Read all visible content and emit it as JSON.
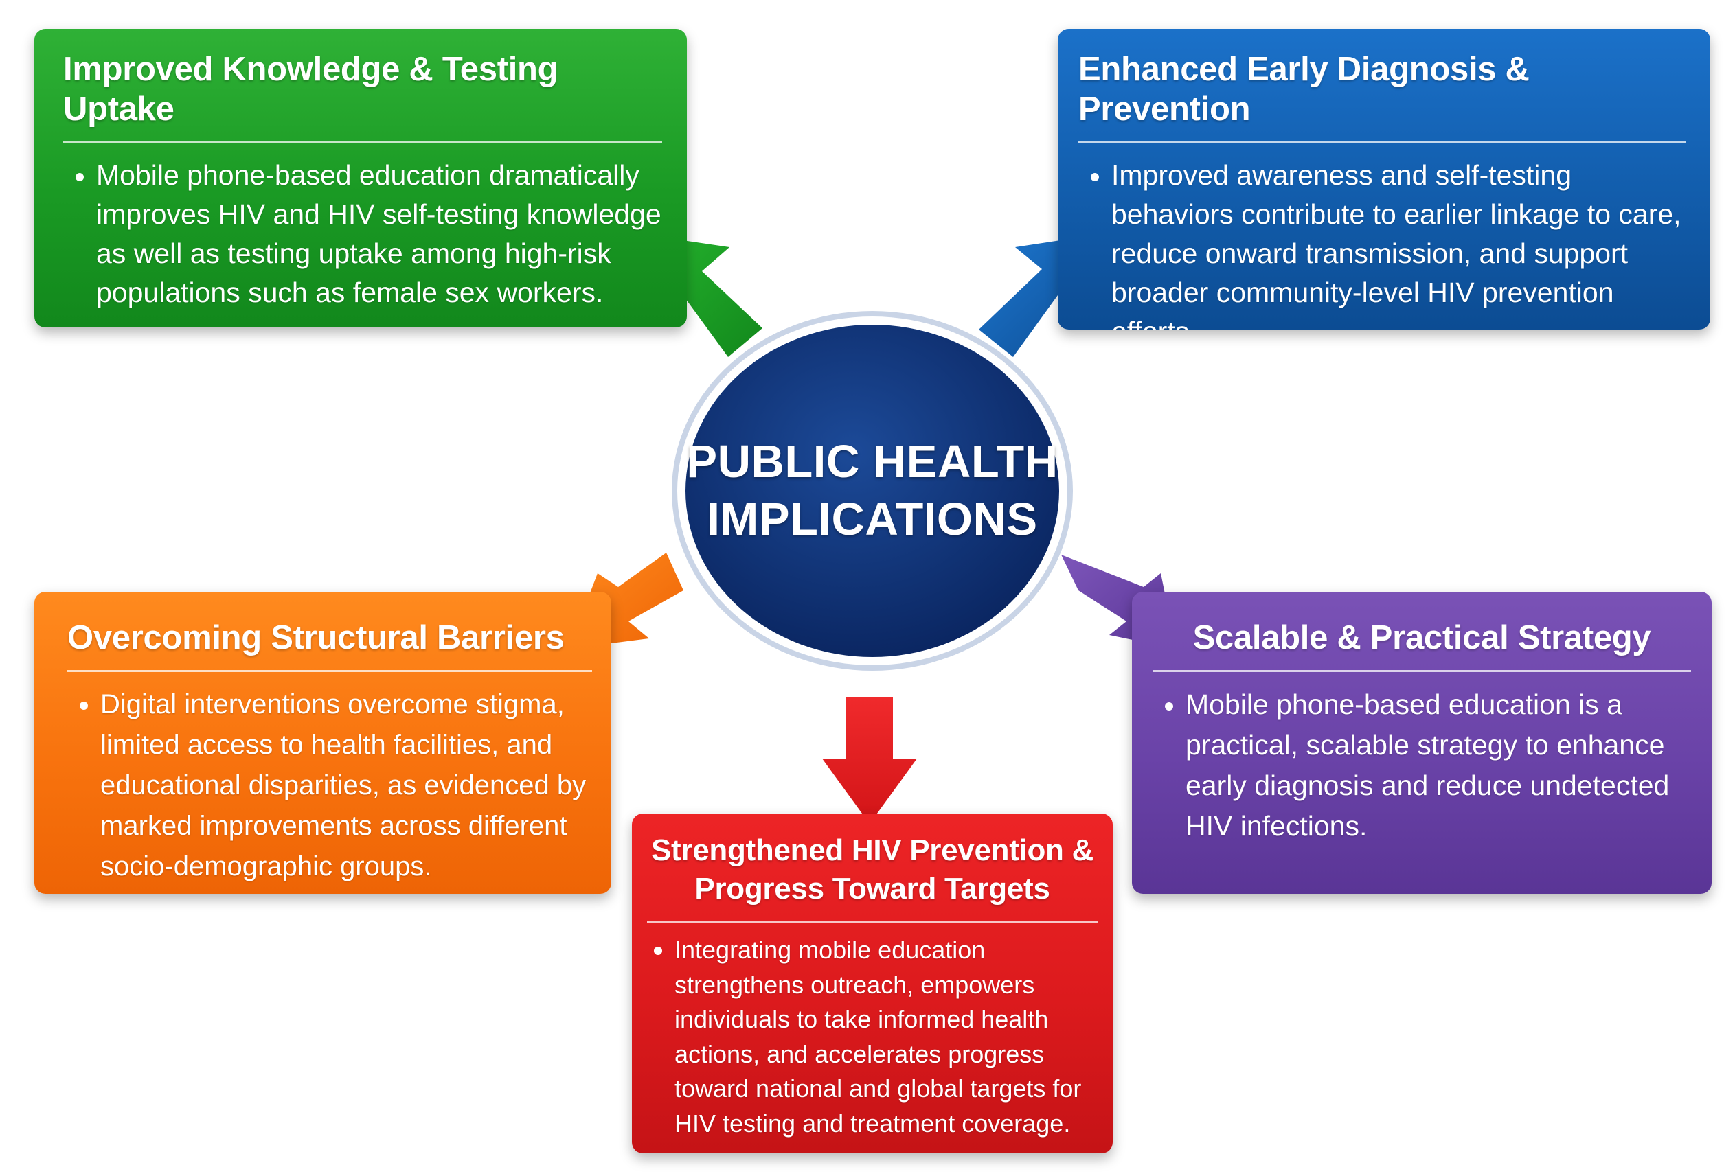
{
  "center": {
    "title": "PUBLIC HEALTH IMPLICATIONS"
  },
  "cards": {
    "knowledge": {
      "title": "Improved Knowledge & Testing Uptake",
      "bullet": "Mobile phone-based education dramatically improves HIV and HIV self-testing knowledge as well as testing uptake among high-risk populations such as female sex workers."
    },
    "diagnosis": {
      "title": "Enhanced Early Diagnosis & Prevention",
      "bullet": "Improved awareness and self-testing behaviors contribute to earlier linkage to care, reduce onward transmission, and support broader community-level HIV prevention efforts."
    },
    "barriers": {
      "title": "Overcoming Structural Barriers",
      "bullet": "Digital interventions overcome stigma, limited access to health facilities, and educational disparities, as evidenced by marked improvements across different socio-demographic groups."
    },
    "scalable": {
      "title": "Scalable & Practical Strategy",
      "bullet": "Mobile phone-based education is a practical, scalable strategy to enhance early diagnosis and reduce undetected HIV infections."
    },
    "prevention": {
      "title": "Strengthened HIV Prevention & Progress Toward Targets",
      "bullet": "Integrating mobile education strengthens outreach, empowers individuals to take informed health actions, and accelerates progress toward national and global targets for HIV testing and treatment coverage."
    }
  },
  "colors": {
    "green": "#1a9a24",
    "blue": "#125dac",
    "orange": "#f8730e",
    "purple": "#6a43a8",
    "red": "#dc1a1d",
    "navy": "#0f2f6e"
  }
}
